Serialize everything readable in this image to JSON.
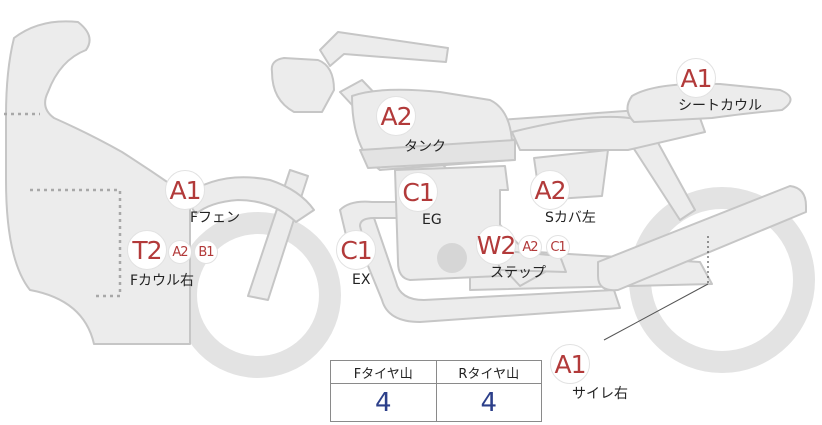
{
  "parts": [
    {
      "id": "seat-cowl",
      "grades": [
        "A1"
      ],
      "label": "シートカウル"
    },
    {
      "id": "tank",
      "grades": [
        "A2"
      ],
      "label": "タンク"
    },
    {
      "id": "front-fender",
      "grades": [
        "A1"
      ],
      "label": "Fフェン"
    },
    {
      "id": "engine",
      "grades": [
        "C1"
      ],
      "label": "EG"
    },
    {
      "id": "side-cover-left",
      "grades": [
        "A2"
      ],
      "label": "Sカバ左"
    },
    {
      "id": "front-cowl-right",
      "grades": [
        "T2",
        "A2",
        "B1"
      ],
      "label": "Fカウル右"
    },
    {
      "id": "exhaust",
      "grades": [
        "C1"
      ],
      "label": "EX"
    },
    {
      "id": "step",
      "grades": [
        "W2",
        "A2",
        "C1"
      ],
      "label": "ステップ"
    },
    {
      "id": "silencer-right",
      "grades": [
        "A1"
      ],
      "label": "サイレ右"
    }
  ],
  "tread_table": {
    "headers": [
      "Fタイヤ山",
      "Rタイヤ山"
    ],
    "values": [
      "4",
      "4"
    ]
  },
  "colors": {
    "bike_fill": "#ececec",
    "bike_stroke": "#c4c4c4",
    "grade_text": "#b23a3a",
    "value_text": "#2c3f8a"
  }
}
